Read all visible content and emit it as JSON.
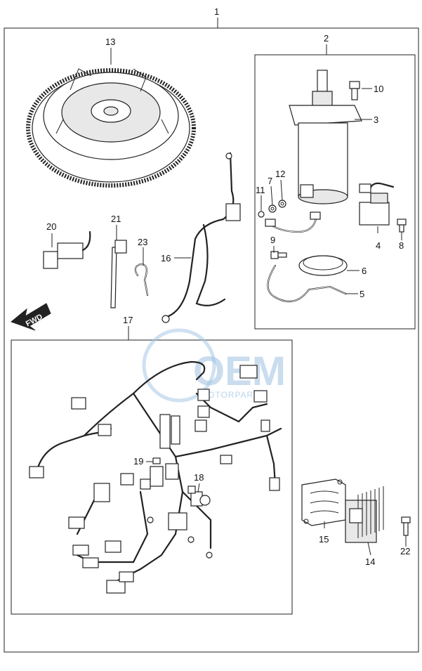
{
  "labels": {
    "n1": "1",
    "n2": "2",
    "n3": "3",
    "n4": "4",
    "n5": "5",
    "n6": "6",
    "n7": "7",
    "n8": "8",
    "n9": "9",
    "n10": "10",
    "n11": "11",
    "n12": "12",
    "n13": "13",
    "n14": "14",
    "n15": "15",
    "n16": "16",
    "n17": "17",
    "n18": "18",
    "n19": "19",
    "n20": "20",
    "n21": "21",
    "n22": "22",
    "n23": "23"
  },
  "direction_badge": "FWD",
  "watermark": {
    "brand": "OEM",
    "sub": "MOTORPARTS"
  },
  "colors": {
    "line": "#222222",
    "watermark": "#9fc3e3"
  }
}
